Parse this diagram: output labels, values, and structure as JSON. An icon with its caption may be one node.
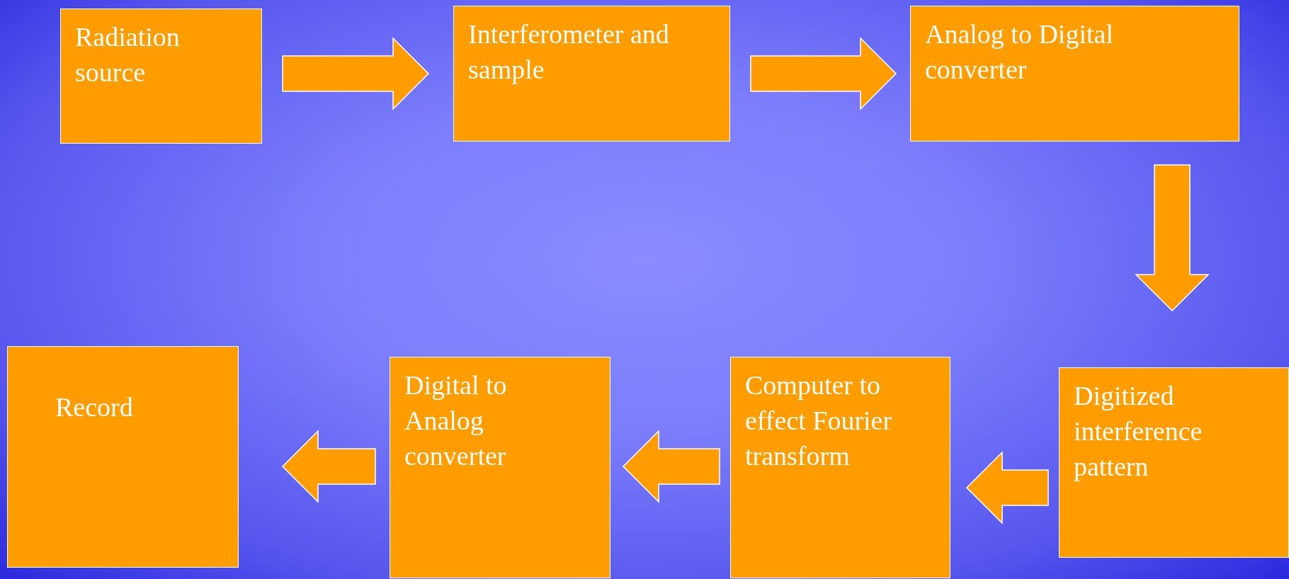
{
  "diagram": {
    "nodes": [
      {
        "text": [
          "Radiation source"
        ]
      },
      {
        "text": [
          "Interferometer and sample"
        ]
      },
      {
        "text": [
          "Analog to Digital converter"
        ]
      },
      {
        "text": [
          "Digitized interference pattern"
        ]
      },
      {
        "text": [
          "Computer to effect Fourier transform"
        ]
      },
      {
        "text": [
          "Digital to Analog converter"
        ]
      },
      {
        "text": [
          "Record"
        ]
      }
    ],
    "edges": [
      {
        "from": 0,
        "to": 1,
        "arrow": "to"
      },
      {
        "from": 1,
        "to": 2,
        "arrow": "to"
      },
      {
        "from": 2,
        "to": 3,
        "arrow": "to"
      },
      {
        "from": 3,
        "to": 4,
        "arrow": "to"
      },
      {
        "from": 4,
        "to": 5,
        "arrow": "to"
      },
      {
        "from": 5,
        "to": 6,
        "arrow": "to"
      }
    ]
  }
}
